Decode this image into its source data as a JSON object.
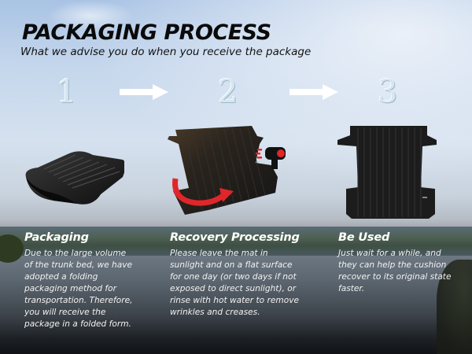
{
  "header": {
    "title": "PACKAGING PROCESS",
    "subtitle": "What we advise you do when you receive the package"
  },
  "steps": [
    {
      "number": "1",
      "image": "folded-truck-bed-mat",
      "heading": "Packaging",
      "text": "Due to the large volume\nof the trunk bed, we have\nadopted a folding\npackaging method for\ntransportation. Therefore,\nyou will receive the\npackage in a folded form."
    },
    {
      "number": "2",
      "image": "unfolding-mat-with-hair-dryer",
      "heading": "Recovery Processing",
      "text": "Please leave the mat in\nsunlight and on a flat surface\nfor one day (or two days if not\nexposed to direct sunlight), or\nrinse with hot water to remove\nwrinkles and creases."
    },
    {
      "number": "3",
      "image": "flat-truck-bed-mat",
      "heading": "Be Used",
      "text": "Just wait for a  while, and\nthey can help the cushion\nrecover to its original state\nfaster."
    }
  ],
  "colors": {
    "title": "#0a0a0a",
    "accent_red": "#e0262b",
    "mat": "#1e1e1e",
    "body_text": "#ffffff"
  }
}
